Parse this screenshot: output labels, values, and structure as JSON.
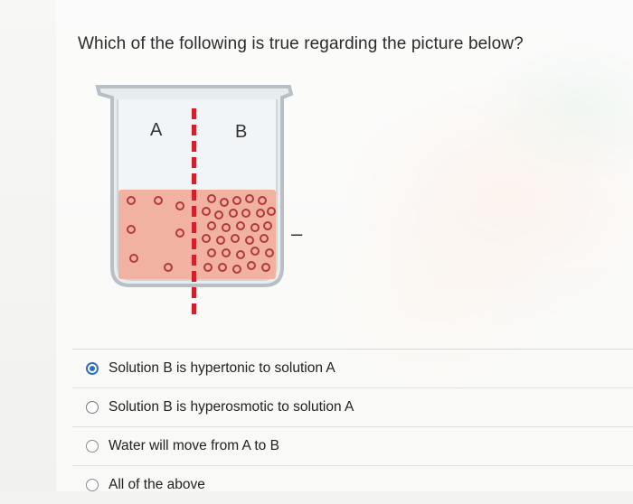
{
  "question": {
    "text": "Which of the following is true regarding the picture below?"
  },
  "figure": {
    "label_a": "A",
    "label_b": "B",
    "minus_sign": "–",
    "colors": {
      "solution": "#f1b2a2",
      "membrane": "#d51f2a",
      "beaker": "#c9ced2",
      "particle": "#b23a36"
    }
  },
  "options": [
    {
      "label": "Solution B is hypertonic to solution A",
      "selected": true
    },
    {
      "label": "Solution B is hyperosmotic to solution A",
      "selected": false
    },
    {
      "label": "Water will move from A to B",
      "selected": false
    },
    {
      "label": "All of the above",
      "selected": false
    }
  ]
}
